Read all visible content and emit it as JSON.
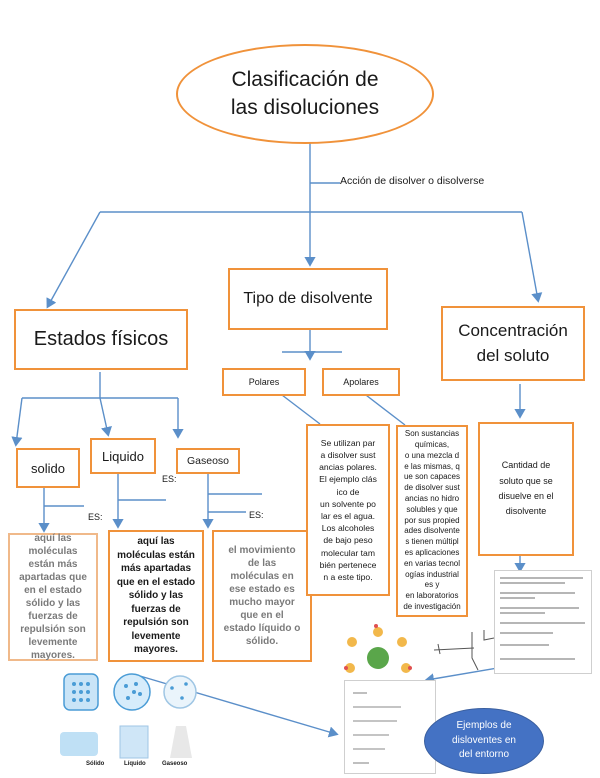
{
  "title": "Clasificación de\nlas disoluciones",
  "definition": "Acción de disolver o disolverse",
  "branches": {
    "estados": "Estados físicos",
    "tipo": "Tipo de disolvente",
    "concentracion": "Concentración\ndel soluto"
  },
  "estados": {
    "solido": "solido",
    "liquido": "Liquido",
    "gaseoso": "Gaseoso",
    "es_label": "ES:",
    "solido_desc": "aquí las\nmoléculas\nestán más\napartadas que\nen el estado\nsólido y las\nfuerzas de\nrepulsión son\nlevemente\nmayores.",
    "liquido_desc": "aquí las\nmoléculas están\nmás apartadas\nque en el estado\nsólido y las\nfuerzas de\nrepulsión son\nlevemente\nmayores.",
    "gaseoso_desc": "el movimiento\nde las\nmoléculas en\nese estado es\nmucho mayor\nque en el\nestado líquido o\nsólido.",
    "image_labels": [
      "Sólido",
      "Líquido",
      "Gaseoso"
    ]
  },
  "tipo": {
    "polares": "Polares",
    "apolares": "Apolares",
    "polares_desc": "Se utilizan par\na disolver sust\nancias polares.\nEl ejemplo clás\nico de\nun solvente po\nlar es el agua.\nLos alcoholes\nde bajo peso\nmolecular tam\nbién pertenece\nn a este tipo.",
    "apolares_desc": "Son sustancias\nquímicas,\no una mezcla d\ne las mismas, q\nue son capaces\nde disolver sust\nancias no hidro\nsolubles y que\npor sus propied\nades disolvente\ns tienen múltipl\nes aplicaciones\nen varias tecnol\nogías industrial\nes y\nen laboratorios\nde investigación"
  },
  "concentracion": {
    "desc": "Cantidad de\nsoluto que se\ndisuelve en el\ndisolvente",
    "examples_title": "Ejemplos de\ndisloventes en\ndel entorno"
  },
  "colors": {
    "orange": "#f0923a",
    "blue_line": "#5b8fc9",
    "ellipse_fill": "#4472c4"
  }
}
